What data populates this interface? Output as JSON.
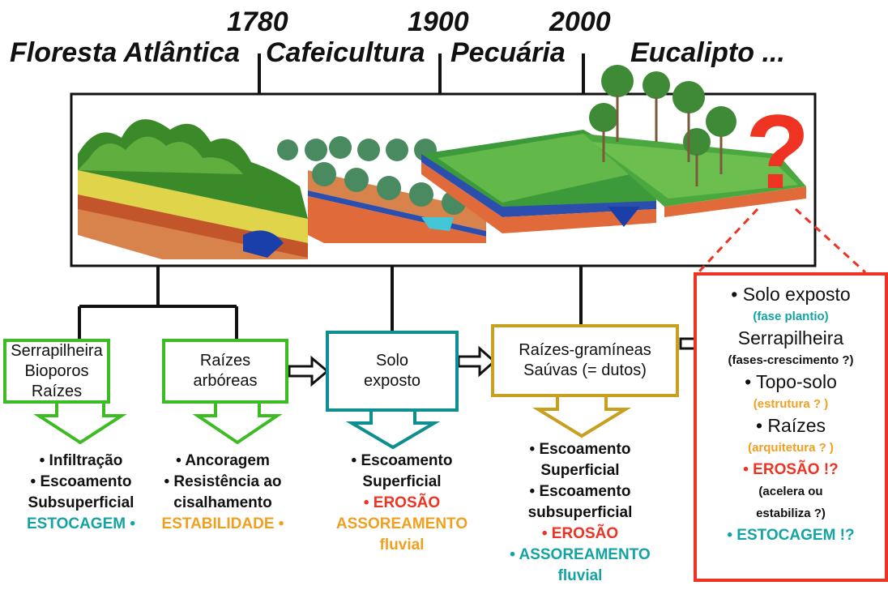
{
  "timeline": {
    "years": [
      "1780",
      "1900",
      "2000"
    ],
    "periods": [
      "Floresta Atlântica",
      "Cafeicultura",
      "Pecuária",
      "Eucalipto ..."
    ]
  },
  "boxes": {
    "serrapilheira": [
      "Serrapilheira",
      "Bioporos",
      "Raízes"
    ],
    "raizes_arboreas": [
      "Raízes",
      "arbóreas"
    ],
    "solo_exposto": [
      "Solo",
      "exposto"
    ],
    "raizes_gramineas": [
      "Raízes-gramíneas",
      "Saúvas (= dutos)"
    ]
  },
  "effects": {
    "col1": [
      "• Infiltração",
      "• Escoamento",
      "Subsuperficial",
      "ESTOCAGEM •"
    ],
    "col2": [
      "• Ancoragem",
      "• Resistência ao",
      "cisalhamento",
      "ESTABILIDADE •"
    ],
    "col3": [
      "• Escoamento",
      "Superficial",
      "• EROSÃO",
      "ASSOREAMENTO",
      "fluvial"
    ],
    "col4": [
      "• Escoamento",
      "Superficial",
      "• Escoamento",
      "subsuperficial",
      "• EROSÃO",
      "• ASSOREAMENTO",
      "fluvial"
    ]
  },
  "eucalipto_box": {
    "lines": [
      "• Solo exposto",
      "(fase plantio)",
      "Serrapilheira",
      "(fases-crescimento ?)",
      "• Topo-solo",
      "(estrutura ? )",
      "• Raízes",
      "(arquitetura ? )",
      "• EROSÃO !?",
      "(acelera ou",
      "estabiliza ?)",
      "• ESTOCAGEM !?"
    ]
  },
  "question_mark": "?",
  "colors": {
    "green": "#3dbb22",
    "teal": "#0e8f8f",
    "gold": "#c8a020",
    "red": "#ee3322",
    "orange": "#f0a020"
  }
}
